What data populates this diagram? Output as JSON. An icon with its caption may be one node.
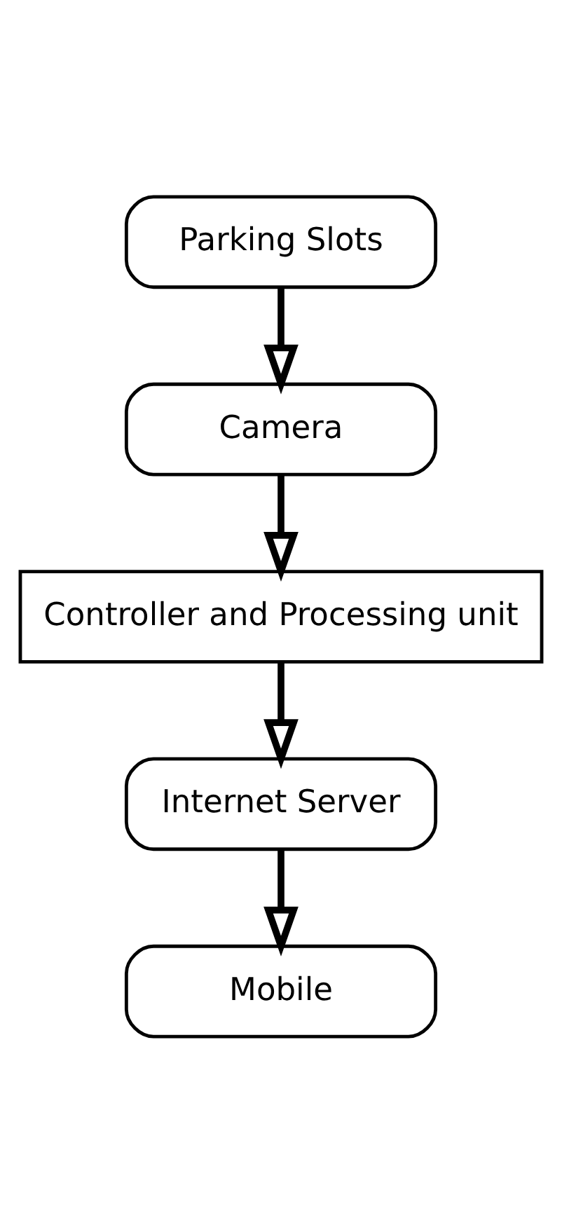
{
  "diagram": {
    "nodes": [
      {
        "text": [
          "Parking Slots"
        ]
      },
      {
        "text": [
          "Camera"
        ]
      },
      {
        "text": [
          "Controller and Processing unit"
        ]
      },
      {
        "text": [
          "Internet Server"
        ]
      },
      {
        "text": [
          "Mobile"
        ]
      }
    ],
    "edges": [
      {
        "from": 0,
        "to": 1,
        "arrow": "to"
      },
      {
        "from": 1,
        "to": 2,
        "arrow": "to"
      },
      {
        "from": 2,
        "to": 3,
        "arrow": "to"
      },
      {
        "from": 3,
        "to": 4,
        "arrow": "to"
      }
    ]
  }
}
